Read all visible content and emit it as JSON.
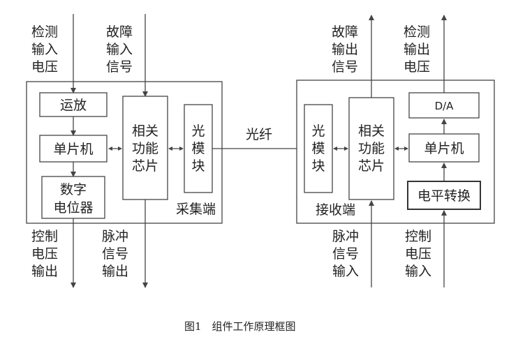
{
  "sender": {
    "in_detect_voltage": [
      "检测",
      "输入",
      "电压"
    ],
    "in_fault_signal": [
      "故障",
      "输入",
      "信号"
    ],
    "op_amp": "运放",
    "mcu": "单片机",
    "digital_pot": [
      "数字",
      "电位器"
    ],
    "chip": [
      "相关",
      "功能",
      "芯片"
    ],
    "optical_module": [
      "光",
      "模",
      "块"
    ],
    "end_label": "采集端",
    "out_control_voltage": [
      "控制",
      "电压",
      "输出"
    ],
    "out_pulse_signal": [
      "脉冲",
      "信号",
      "输出"
    ]
  },
  "fiber_label": "光纤",
  "receiver": {
    "out_fault_signal": [
      "故障",
      "输出",
      "信号"
    ],
    "out_detect_voltage": [
      "检测",
      "输出",
      "电压"
    ],
    "optical_module": [
      "光",
      "模",
      "块"
    ],
    "chip": [
      "相关",
      "功能",
      "芯片"
    ],
    "dac": "D/A",
    "mcu": "单片机",
    "level_shift": "电平转换",
    "end_label": "接收端",
    "in_pulse_signal": [
      "脉冲",
      "信号",
      "输入"
    ],
    "in_control_voltage": [
      "控制",
      "电压",
      "输入"
    ]
  },
  "caption": "图1　组件工作原理框图"
}
